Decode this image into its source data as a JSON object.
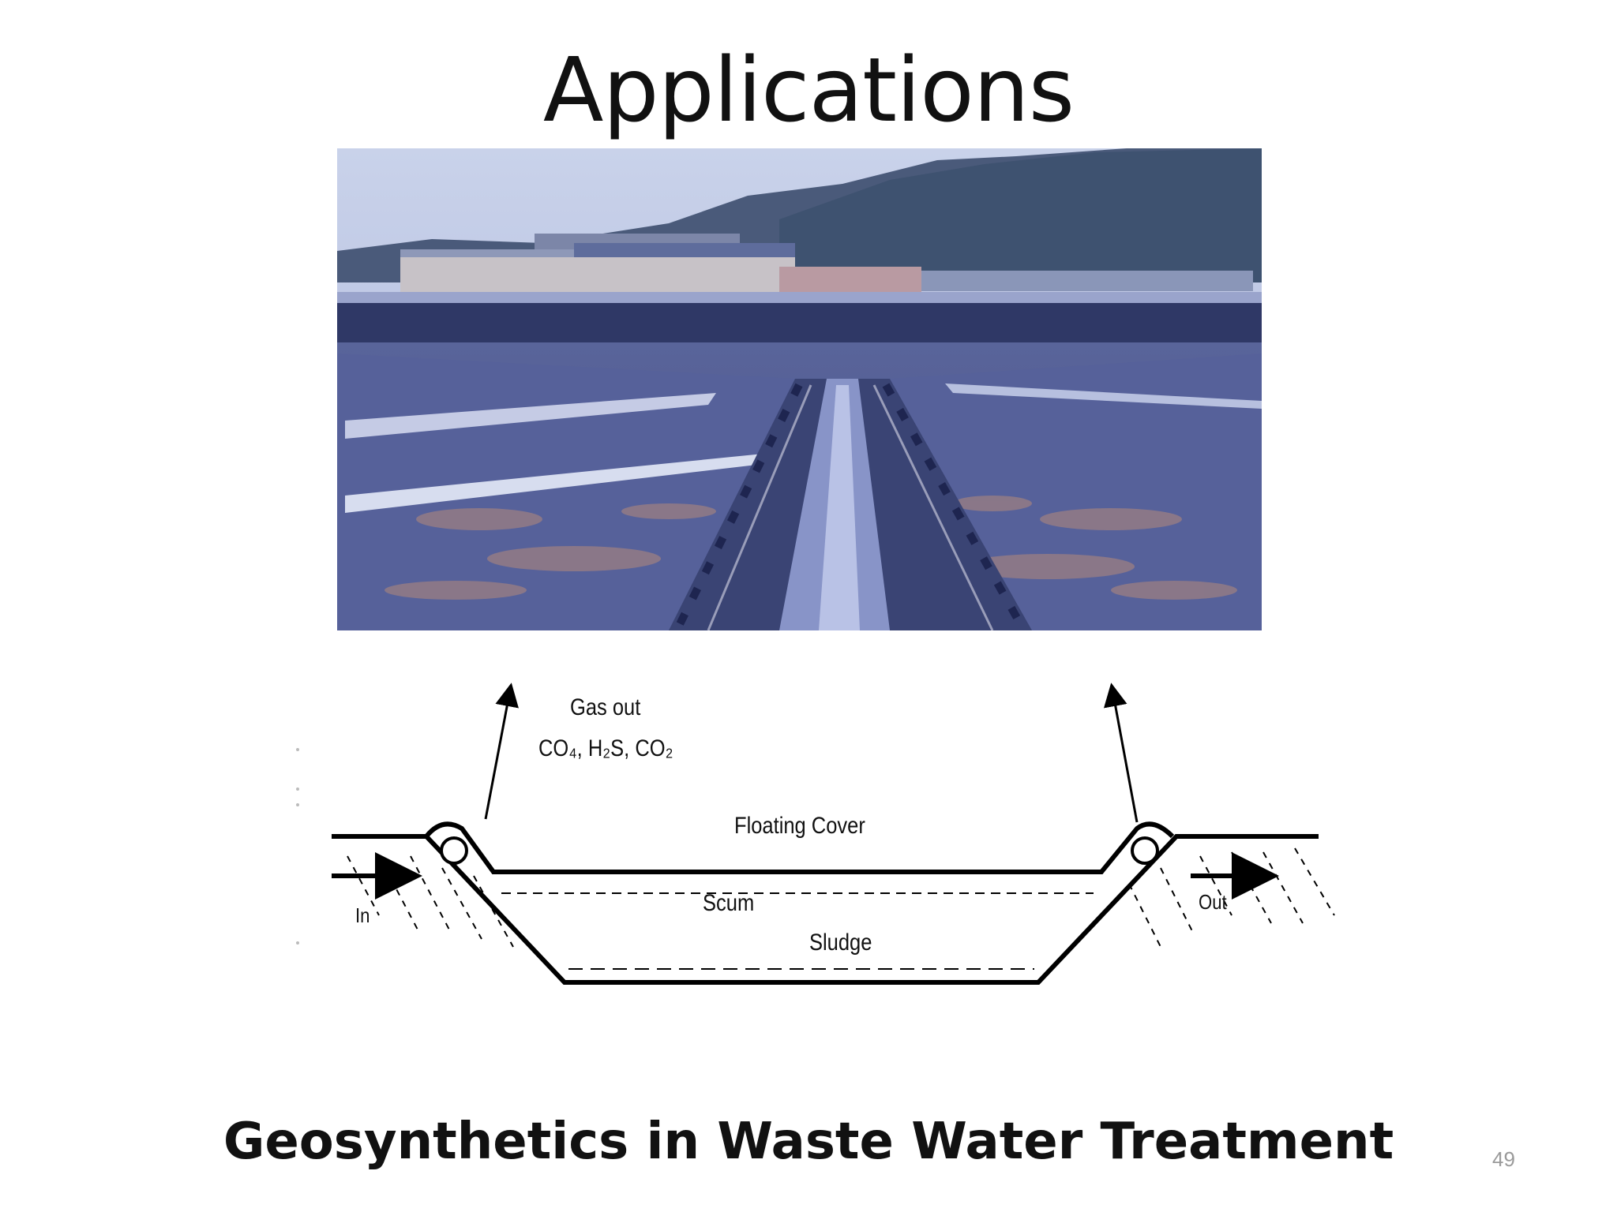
{
  "slide": {
    "title": "Applications",
    "caption": "Geosynthetics in Waste Water Treatment",
    "page_number": "49"
  },
  "diagram": {
    "gas_out": "Gas out",
    "gases": "CO₄, H₂S, CO₂",
    "floating_cover": "Floating Cover",
    "scum": "Scum",
    "sludge": "Sludge",
    "in": "In",
    "out": "Out"
  }
}
